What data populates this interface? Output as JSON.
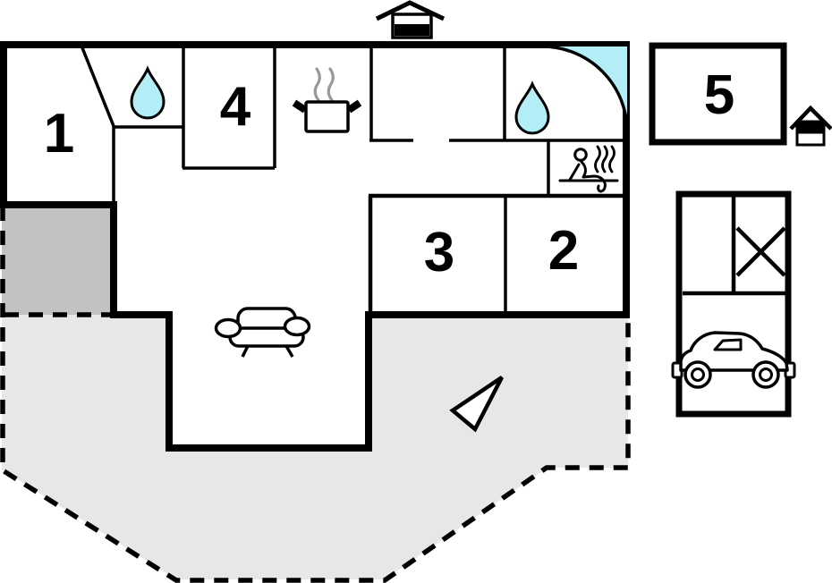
{
  "colors": {
    "wall": "#000000",
    "water": "#b3edf5",
    "terrace": "#e7e7e7",
    "porch": "#c2c2c2",
    "steam_gray": "#999999",
    "background": "#ffffff"
  },
  "rooms": [
    {
      "label": "1"
    },
    {
      "label": "2"
    },
    {
      "label": "3"
    },
    {
      "label": "4"
    },
    {
      "label": "5"
    }
  ],
  "icons": {
    "chimney_house": "gable-roof house, lower half filled",
    "small_house": "gable-roof house, upper half filled",
    "water_drop": "teardrop",
    "corner_shower": "quarter-circle basin",
    "cooking_pot": "pot with two steam curls",
    "sauna": "person on bench with steam",
    "sofa": "two-seat sofa top view",
    "north_arrow": "triangular needle",
    "car": "car side profile",
    "storage_cross": "X-crossed box"
  }
}
